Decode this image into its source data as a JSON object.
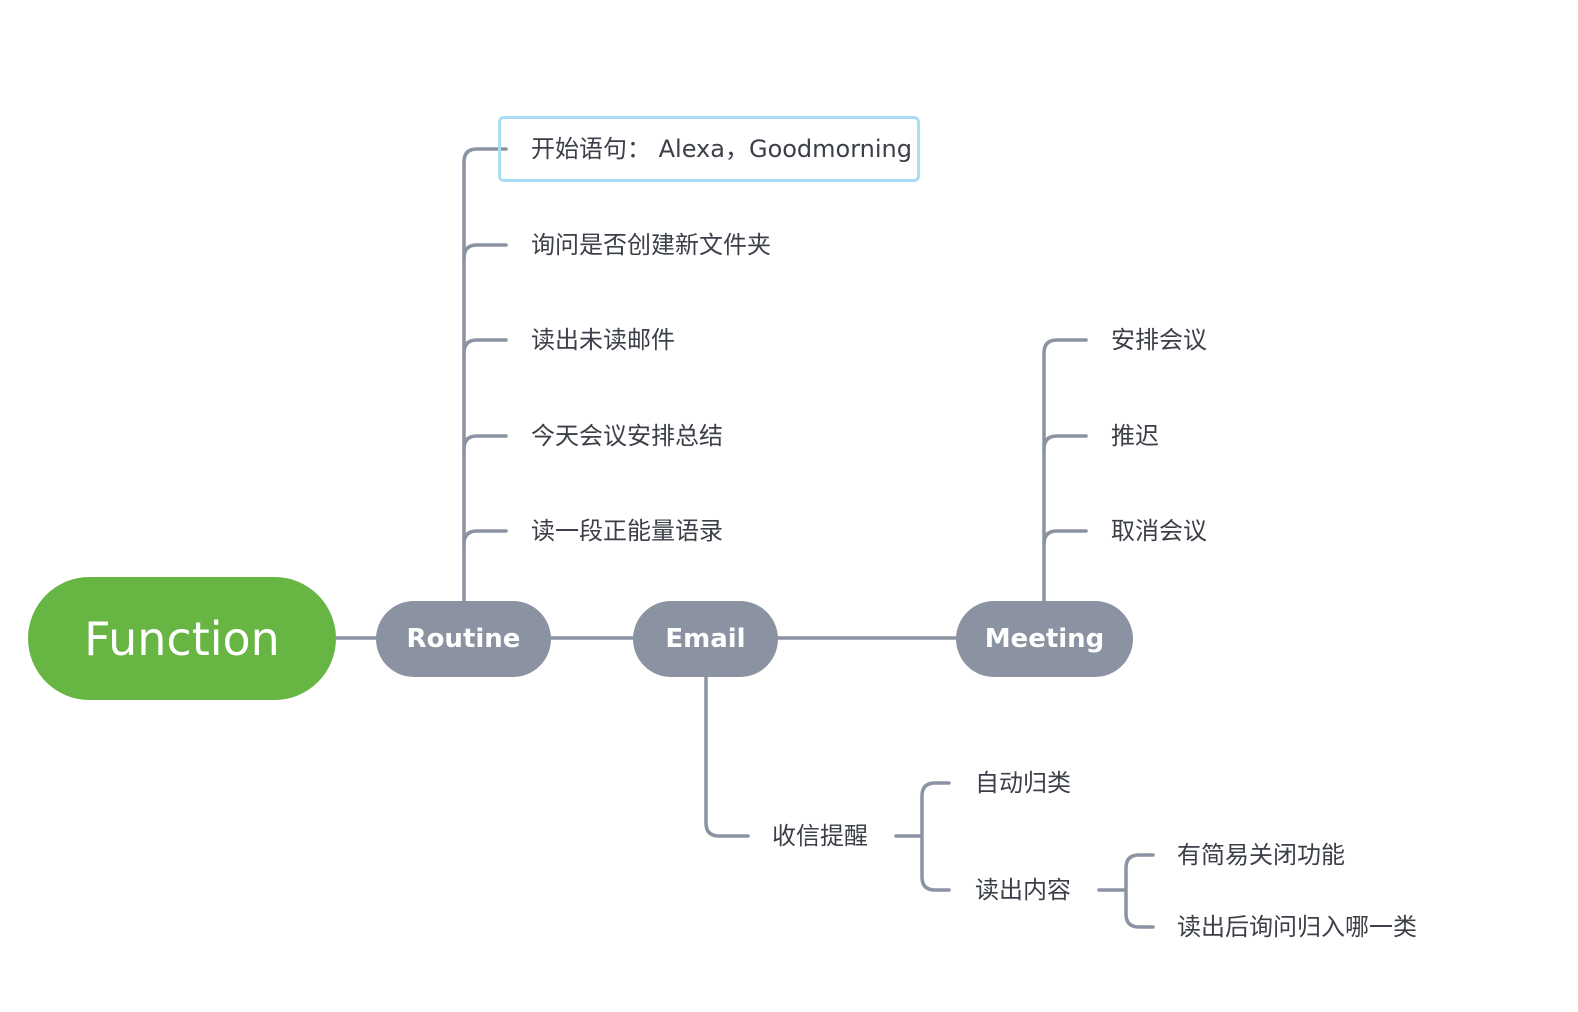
{
  "root": {
    "label": "Function"
  },
  "branches": {
    "routine": {
      "label": "Routine",
      "items": [
        "开始语句： Alexa，Goodmorning",
        "询问是否创建新文件夹",
        "读出未读邮件",
        "今天会议安排总结",
        "读一段正能量语录"
      ]
    },
    "email": {
      "label": "Email",
      "items": [
        {
          "label": "收信提醒",
          "children": [
            {
              "label": "自动归类"
            },
            {
              "label": "读出内容",
              "children": [
                "有简易关闭功能",
                "读出后询问归入哪一类"
              ]
            }
          ]
        }
      ]
    },
    "meeting": {
      "label": "Meeting",
      "items": [
        "安排会议",
        "推迟",
        "取消会议"
      ]
    }
  },
  "colors": {
    "root_fill": "#67b542",
    "branch_fill": "#8b93a3",
    "connector": "#8b93a3",
    "text": "#3b3f47",
    "selection_border": "#a9dcf5"
  }
}
